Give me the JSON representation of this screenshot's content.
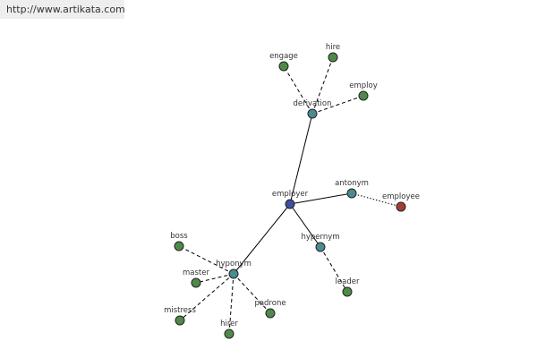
{
  "source_link": "http://www.artikata.com",
  "colors": {
    "center": "#3f4fa0",
    "relation": "#4a8c91",
    "term": "#4f8a4a",
    "opposite": "#a23e39"
  },
  "graph": {
    "nodes": [
      {
        "id": "employer",
        "label": "employer",
        "kind": "center"
      },
      {
        "id": "derivation",
        "label": "derivation",
        "kind": "relation"
      },
      {
        "id": "antonym",
        "label": "antonym",
        "kind": "relation"
      },
      {
        "id": "hypernym",
        "label": "hypernym",
        "kind": "relation"
      },
      {
        "id": "hyponym",
        "label": "hyponym",
        "kind": "relation"
      },
      {
        "id": "engage",
        "label": "engage",
        "kind": "term"
      },
      {
        "id": "hire",
        "label": "hire",
        "kind": "term"
      },
      {
        "id": "employ",
        "label": "employ",
        "kind": "term"
      },
      {
        "id": "employee",
        "label": "employee",
        "kind": "opposite"
      },
      {
        "id": "leader",
        "label": "leader",
        "kind": "term"
      },
      {
        "id": "boss",
        "label": "boss",
        "kind": "term"
      },
      {
        "id": "master",
        "label": "master",
        "kind": "term"
      },
      {
        "id": "mistress",
        "label": "mistress",
        "kind": "term"
      },
      {
        "id": "hirer",
        "label": "hirer",
        "kind": "term"
      },
      {
        "id": "padrone",
        "label": "padrone",
        "kind": "term"
      }
    ],
    "edges": [
      {
        "from": "employer",
        "to": "derivation",
        "style": "solid"
      },
      {
        "from": "employer",
        "to": "antonym",
        "style": "solid"
      },
      {
        "from": "employer",
        "to": "hypernym",
        "style": "solid"
      },
      {
        "from": "employer",
        "to": "hyponym",
        "style": "solid"
      },
      {
        "from": "derivation",
        "to": "engage",
        "style": "dashed"
      },
      {
        "from": "derivation",
        "to": "hire",
        "style": "dashed"
      },
      {
        "from": "derivation",
        "to": "employ",
        "style": "dashed"
      },
      {
        "from": "antonym",
        "to": "employee",
        "style": "dotted"
      },
      {
        "from": "hypernym",
        "to": "leader",
        "style": "dashed"
      },
      {
        "from": "hyponym",
        "to": "boss",
        "style": "dashed"
      },
      {
        "from": "hyponym",
        "to": "master",
        "style": "dashed"
      },
      {
        "from": "hyponym",
        "to": "mistress",
        "style": "dashed"
      },
      {
        "from": "hyponym",
        "to": "hirer",
        "style": "dashed"
      },
      {
        "from": "hyponym",
        "to": "padrone",
        "style": "dashed"
      }
    ]
  }
}
